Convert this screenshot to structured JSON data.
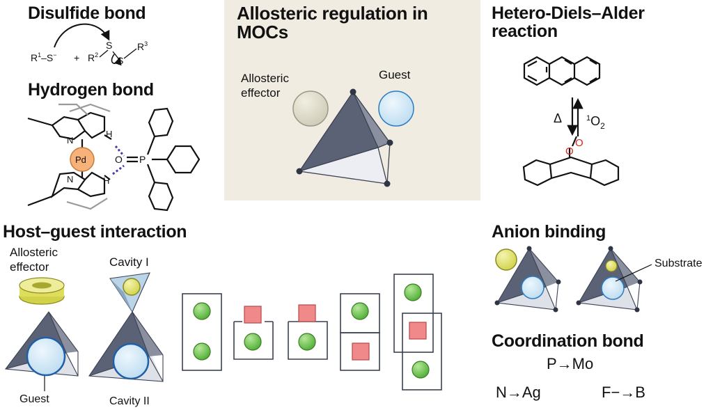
{
  "titles": {
    "disulfide": "Disulfide bond",
    "hydrogen": "Hydrogen bond",
    "allosteric": "Allosteric regulation in MOCs",
    "hda": "Hetero-Diels–Alder reaction",
    "hostguest": "Host–guest interaction",
    "anion": "Anion binding",
    "coordination": "Coordination bond"
  },
  "labels": {
    "allosteric_effector": "Allosteric effector",
    "guest": "Guest",
    "cavity_i": "Cavity I",
    "cavity_ii": "Cavity II",
    "substrate": "Substrate",
    "delta": "Δ",
    "singlet_oxygen": "1O2",
    "pd": "Pd"
  },
  "coordination": {
    "p_mo": "P→Mo",
    "n_ag": "N→Ag",
    "f_b": "F−→B"
  },
  "colors": {
    "panel_bg": "#f0ece2",
    "tetra_dark": "#5b6275",
    "tetra_light": "#dfe1e8",
    "guest_blue": "#cfe6f5",
    "guest_ring": "#1f5fa6",
    "green": "#6cc04a",
    "red_square": "#f08a8a",
    "yellow": "#e2e26a",
    "pd_orange": "#f7b27a",
    "hbond": "#4a3aa0",
    "oxygen_red": "#d42a1c"
  }
}
